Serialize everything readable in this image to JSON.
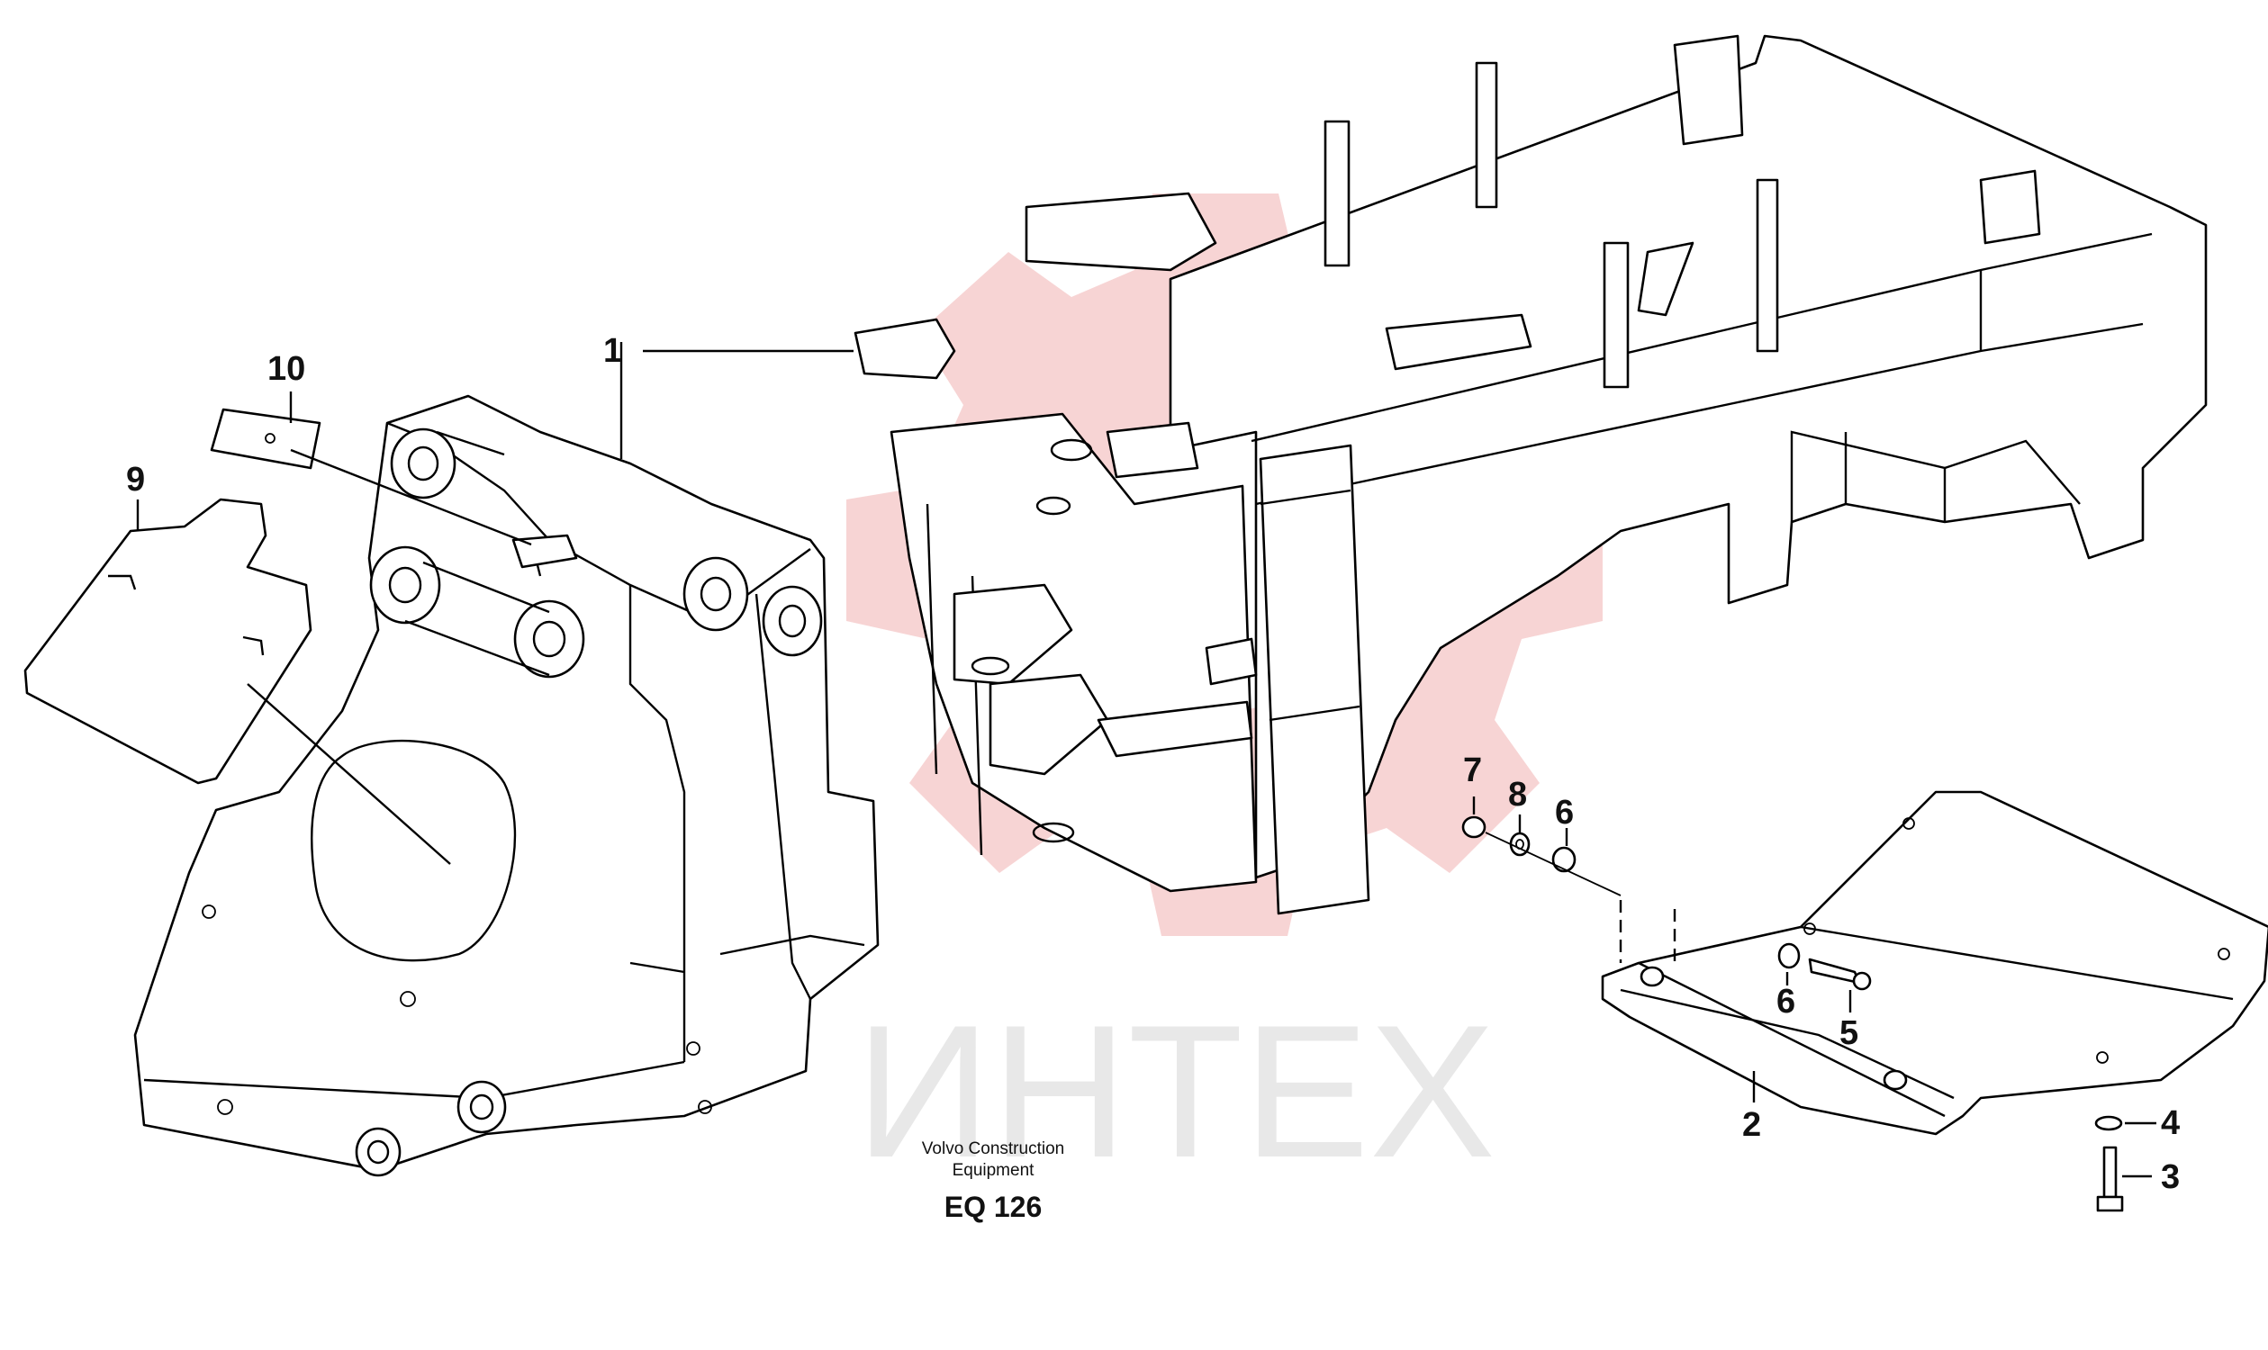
{
  "diagram": {
    "type": "exploded parts diagram",
    "callouts": [
      {
        "id": "1",
        "label": "1"
      },
      {
        "id": "2",
        "label": "2"
      },
      {
        "id": "3",
        "label": "3"
      },
      {
        "id": "4",
        "label": "4"
      },
      {
        "id": "5",
        "label": "5"
      },
      {
        "id": "6a",
        "label": "6"
      },
      {
        "id": "6b",
        "label": "6"
      },
      {
        "id": "7",
        "label": "7"
      },
      {
        "id": "8",
        "label": "8"
      },
      {
        "id": "9",
        "label": "9"
      },
      {
        "id": "10",
        "label": "10"
      }
    ],
    "caption": {
      "line1": "Volvo Construction",
      "line2": "Equipment",
      "code": "EQ 126"
    },
    "watermark": {
      "text": "ИНТЕХ",
      "color": "#f0b0b0"
    }
  }
}
